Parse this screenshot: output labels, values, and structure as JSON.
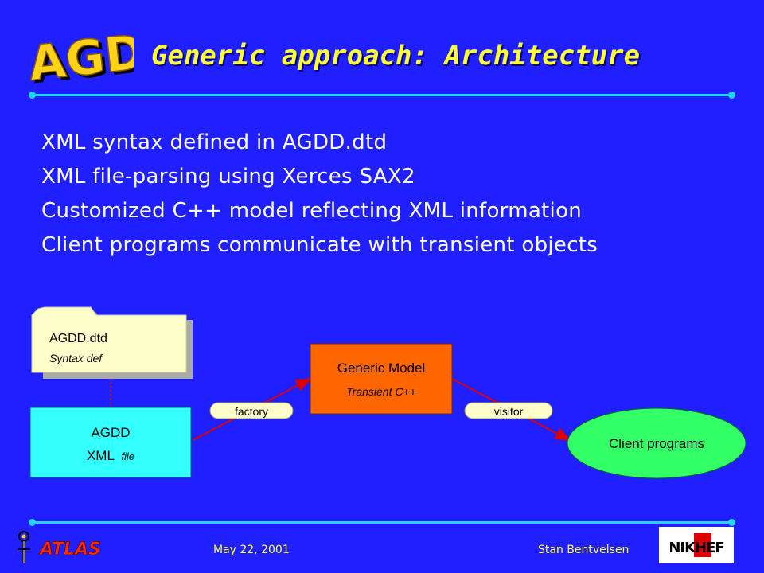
{
  "title": "Generic approach: Architecture",
  "logo_text": "AGDD",
  "bullets": [
    "XML syntax defined in AGDD.dtd",
    "XML file-parsing using Xerces SAX2",
    "Customized C++ model reflecting XML information",
    "Client programs communicate with transient objects"
  ],
  "diagram": {
    "dtd_box": {
      "title": "AGDD.dtd",
      "subtitle": "Syntax def"
    },
    "xml_box": {
      "line1": "AGDD",
      "line2_main": "XML",
      "line2_small": "file"
    },
    "model_box": {
      "title": "Generic Model",
      "subtitle": "Transient C++"
    },
    "client": {
      "label": "Client programs"
    },
    "factory": {
      "label": "factory"
    },
    "visitor": {
      "label": "visitor"
    }
  },
  "footer": {
    "date": "May 22, 2001",
    "author": "Stan Bentvelsen",
    "atlas_logo_text": "ATLAS",
    "nikhef_logo_text": "NIKHEF"
  },
  "colors": {
    "background": "#1f1fff",
    "title": "#ffff33",
    "rule": "#22d4ff",
    "dtd_box": "#ffffcc",
    "xml_box": "#33ffff",
    "model_box": "#ff6600",
    "client": "#33ff66",
    "arrow": "#dd0000",
    "pill": "#ffffcc"
  },
  "icons": [
    "agdd-logo",
    "atlas-logo",
    "nikhef-logo",
    "atlas-figure-icon"
  ]
}
